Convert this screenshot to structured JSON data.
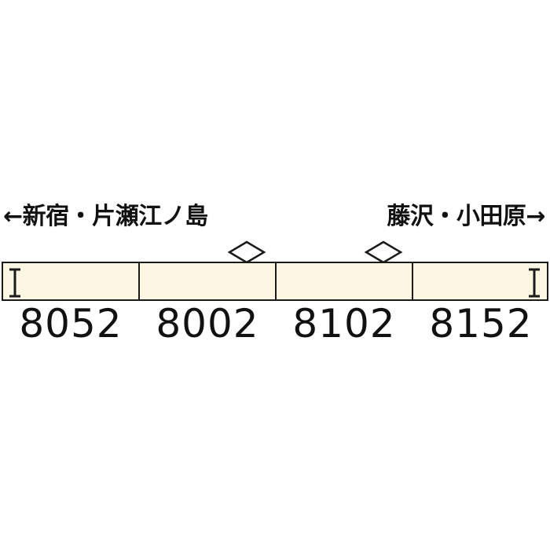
{
  "colors": {
    "car_body": "#fcf6e3",
    "outline": "#1a1a1a",
    "text": "#111111",
    "background": "#ffffff"
  },
  "directions": {
    "left": "←新宿・片瀬江ノ島",
    "right": "藤沢・小田原→"
  },
  "cars": [
    {
      "number": "8052",
      "cab": "left",
      "pantograph": false
    },
    {
      "number": "8002",
      "cab": null,
      "pantograph": true
    },
    {
      "number": "8102",
      "cab": null,
      "pantograph": true
    },
    {
      "number": "8152",
      "cab": "right",
      "pantograph": false
    }
  ],
  "icons": {
    "cab_marker": "I-bar-cab-icon",
    "pantograph": "diamond-pantograph-icon"
  }
}
